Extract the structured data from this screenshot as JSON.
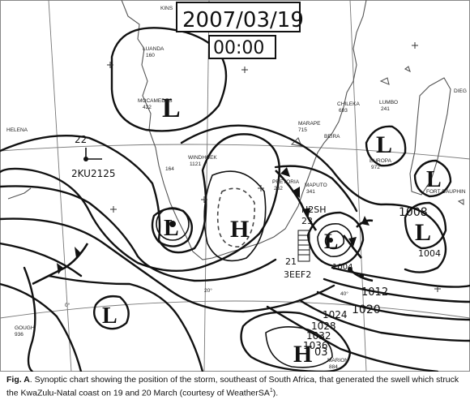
{
  "chart": {
    "date": "2007/03/19",
    "time": "00:00"
  },
  "pressure_centres": [
    {
      "id": "L1",
      "type": "L"
    },
    {
      "id": "L2",
      "type": "L"
    },
    {
      "id": "L3",
      "type": "L"
    },
    {
      "id": "L4",
      "type": "L"
    },
    {
      "id": "L5",
      "type": "L"
    },
    {
      "id": "L6",
      "type": "L"
    },
    {
      "id": "H1",
      "type": "H"
    },
    {
      "id": "H2",
      "type": "H"
    }
  ],
  "isobar_labels": [
    "1008",
    "1004",
    "1012",
    "1020",
    "1024",
    "1028",
    "1032",
    "1036",
    "1004"
  ],
  "stations": [
    "KINS",
    "LUANDA",
    "MOCAMEDES",
    "HELENA",
    "WINDHOEK",
    "MARAPE",
    "CHILEKA",
    "LUMBO",
    "BEIRA",
    "EUROPA",
    "FORT DAUPHIN",
    "PRETORIA",
    "MAPUTO",
    "GOUGH",
    "MARION",
    "DIEG"
  ],
  "station_values": [
    "160",
    "422",
    "164",
    "1121",
    "715",
    "693",
    "241",
    "972",
    "262",
    "341",
    "884",
    "936"
  ],
  "annotations": {
    "ship1_top": "22",
    "ship1_callsign": "2KU2125",
    "ship2_callsign": "H2SH",
    "ship2_value": "23",
    "ship3_top": "21",
    "ship3_callsign": "3EEF2",
    "lat_label_20": "20°",
    "lat_label_40": "40°",
    "lon_label_0": "0°",
    "h2_suffix": "03"
  },
  "caption": {
    "fig": "Fig. A",
    "text": ". Synoptic chart showing the position of the storm, southeast of South Africa, that generated the swell which struck the KwaZulu-Natal coast on 19 and 20 March (courtesy of WeatherSA",
    "sup": "1",
    "end": ")."
  }
}
